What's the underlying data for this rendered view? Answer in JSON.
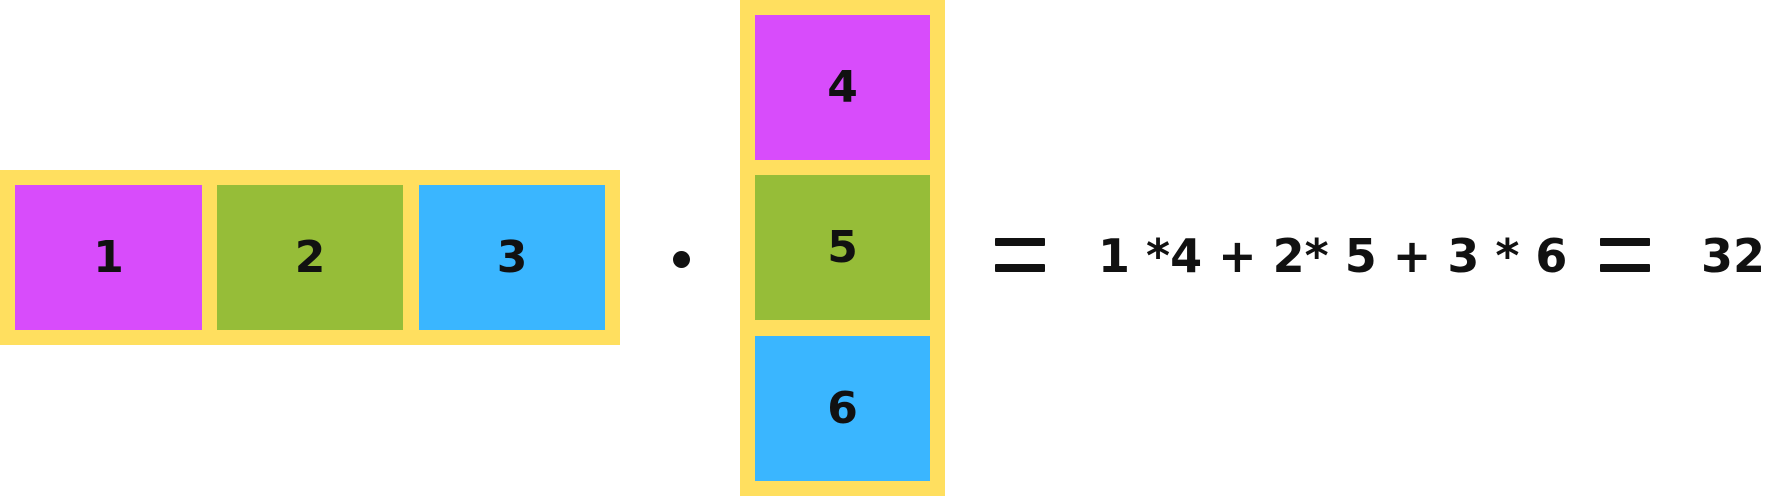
{
  "colors": {
    "frame": "#FFDF5F",
    "magenta": "#D84CFB",
    "green": "#96BD38",
    "blue": "#3AB6FF",
    "ink": "#111111"
  },
  "row_vector": [
    {
      "value": "1",
      "color": "#D84CFB"
    },
    {
      "value": "2",
      "color": "#96BD38"
    },
    {
      "value": "3",
      "color": "#3AB6FF"
    }
  ],
  "column_vector": [
    {
      "value": "4",
      "color": "#D84CFB"
    },
    {
      "value": "5",
      "color": "#96BD38"
    },
    {
      "value": "6",
      "color": "#3AB6FF"
    }
  ],
  "operator": "dot-product",
  "expansion": "1 *4 + 2* 5 + 3 * 6",
  "result": "32"
}
